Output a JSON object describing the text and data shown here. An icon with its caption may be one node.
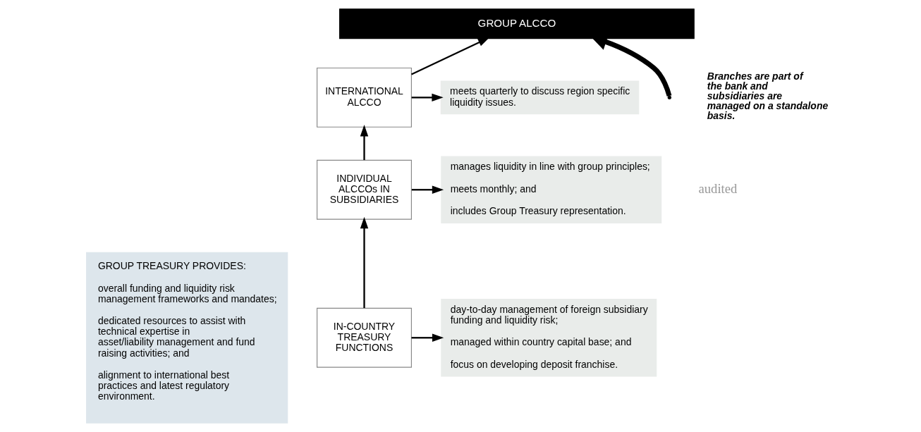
{
  "diagram": {
    "nodes": [
      {
        "text": [
          "GROUP ALCCO"
        ]
      },
      {
        "text": [
          "GROUP TREASURY PROVIDES:",
          "overall funding and liquidity risk management frameworks and mandates;",
          "dedicated resources to assist with technical expertise in asset/liability management and fund raising activities; and",
          "alignment to international best practices and latest regulatory environment."
        ]
      },
      {
        "text": [
          "INTERNATIONAL ALCCO"
        ]
      },
      {
        "text": [
          "meets quarterly to discuss region specific liquidity issues."
        ]
      },
      {
        "text": [
          "INDIVIDUAL ALCCOs IN SUBSIDIARIES"
        ]
      },
      {
        "text": [
          "manages liquidity in line with group principles;",
          "meets monthly; and",
          "includes Group Treasury representation."
        ]
      },
      {
        "text": [
          "IN-COUNTRY TREASURY FUNCTIONS"
        ]
      },
      {
        "text": [
          "day-to-day management of foreign subsidiary funding and liquidity risk;",
          "managed within country capital base; and",
          "focus on developing deposit franchise."
        ]
      }
    ],
    "edges": [
      {
        "from": 2,
        "to": 0,
        "arrow": "to"
      },
      {
        "from": 2,
        "to": 3,
        "arrow": "to"
      },
      {
        "from": 4,
        "to": 2,
        "arrow": "to"
      },
      {
        "from": 4,
        "to": 5,
        "arrow": "to"
      },
      {
        "from": 6,
        "to": 4,
        "arrow": "to"
      },
      {
        "from": 6,
        "to": 7,
        "arrow": "to"
      },
      {
        "from": null,
        "to": 0,
        "arrow": "to",
        "style": "thick"
      }
    ],
    "labels": [
      "Branches are part of the bank and subsidiaries are managed on a standalone basis.",
      "audited"
    ]
  }
}
